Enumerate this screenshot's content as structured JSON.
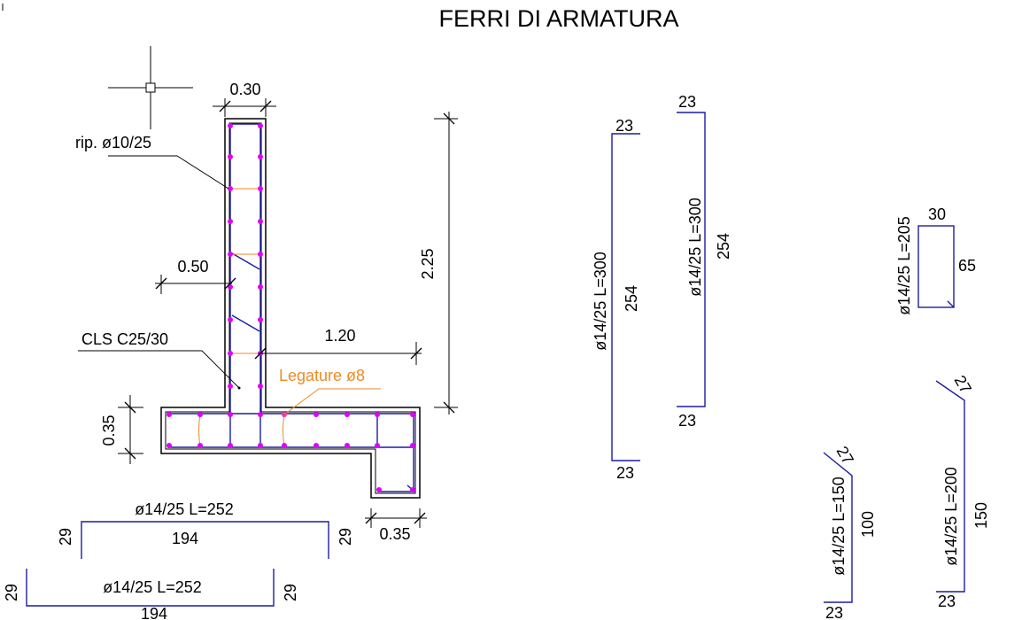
{
  "title": "FERRI DI ARMATURA",
  "colors": {
    "bar_dot": "#e000ff",
    "rebar_line": "#1c1ca0",
    "stirrup": "#f08a24",
    "concrete_outline": "#000000"
  },
  "section": {
    "dim_wall_width": "0.30",
    "dim_wall_height": "2.25",
    "dim_wall_offset": "0.50",
    "dim_toe_length": "1.20",
    "dim_base_height": "0.35",
    "dim_key_width": "0.35",
    "label_distribution": "rip. ø10/25",
    "label_concrete": "CLS C25/30",
    "label_ties": "Legature ø8"
  },
  "bars": {
    "b1": {
      "label": "ø14/25 L=300",
      "top": "23",
      "length": "254",
      "bottom": "23"
    },
    "b2": {
      "label": "ø14/25 L=300",
      "top": "23",
      "length": "254",
      "bottom": "23"
    },
    "b3": {
      "label": "ø14/25 L=205",
      "top": "30",
      "side": "65"
    },
    "b4": {
      "label": "ø14/25 L=150",
      "hook": "27",
      "length": "100",
      "bottom": "23"
    },
    "b5": {
      "label": "ø14/25 L=200",
      "hook": "27",
      "length": "150",
      "bottom": "23"
    },
    "b6": {
      "label": "ø14/25 L=252",
      "left": "29",
      "length": "194",
      "right": "29"
    },
    "b7": {
      "label": "ø14/25 L=252",
      "left": "29",
      "length": "194",
      "right": "29"
    }
  }
}
